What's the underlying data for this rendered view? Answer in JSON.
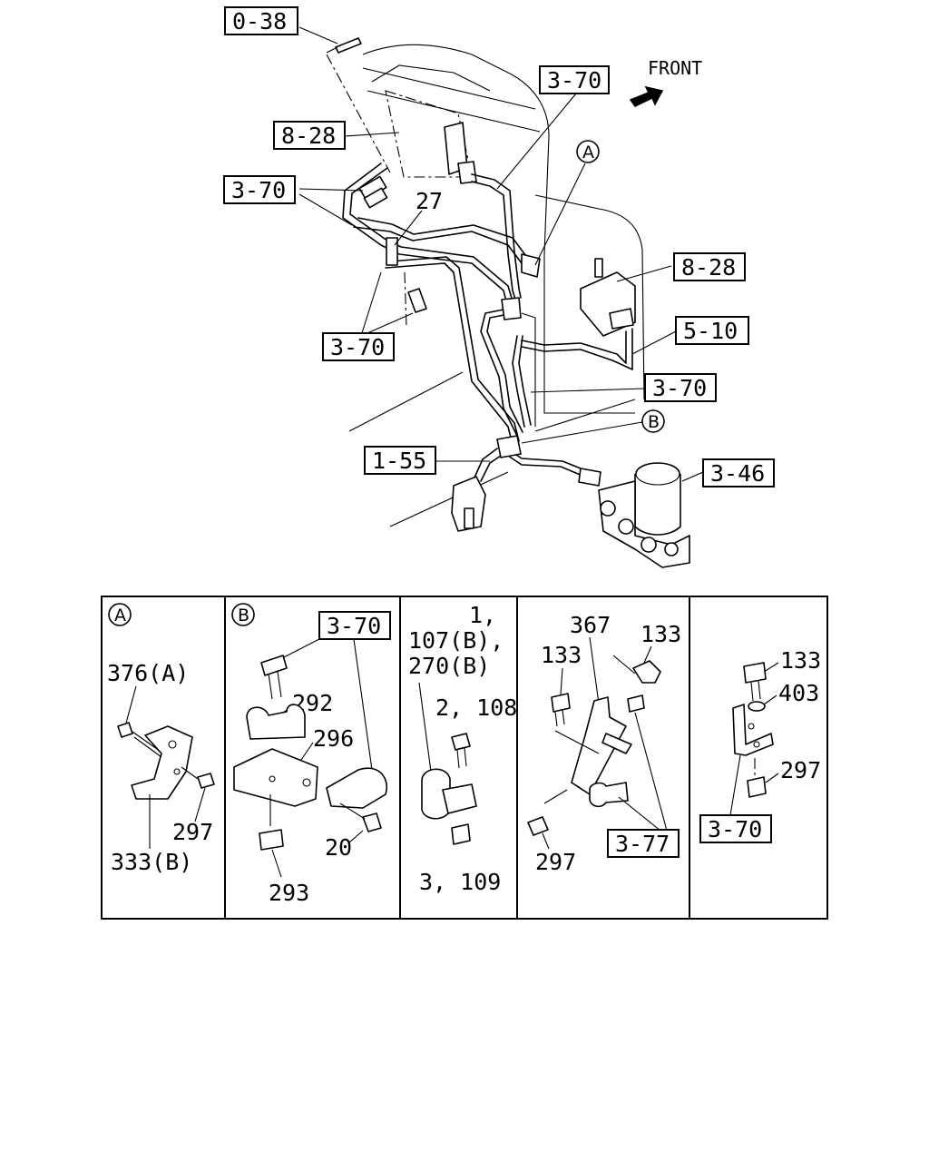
{
  "diagram": {
    "direction_label": "FRONT",
    "callouts": {
      "c_0_38": "0-38",
      "c_3_70_top": "3-70",
      "c_8_28_left": "8-28",
      "c_3_70_left": "3-70",
      "c_27": "27",
      "c_8_28_right": "8-28",
      "c_5_10": "5-10",
      "c_3_70_mid_left": "3-70",
      "c_3_70_mid_right": "3-70",
      "c_1_55": "1-55",
      "c_3_46": "3-46",
      "c_A": "A",
      "c_B": "B"
    },
    "panels": {
      "a": {
        "tag": "A",
        "p376": "376(A)",
        "p297": "297",
        "p333": "333(B)"
      },
      "b": {
        "tag": "B",
        "p370": "3-70",
        "p292": "292",
        "p296": "296",
        "p20": "20",
        "p293": "293"
      },
      "c": {
        "l1": "1,",
        "l2": "107(B),",
        "l3": "270(B)",
        "l4": "2, 108",
        "l5": "3, 109"
      },
      "d": {
        "p367": "367",
        "p133a": "133",
        "p133b": "133",
        "p297": "297",
        "p377": "3-77"
      },
      "e": {
        "p133": "133",
        "p403": "403",
        "p297": "297",
        "p370": "3-70"
      }
    }
  }
}
